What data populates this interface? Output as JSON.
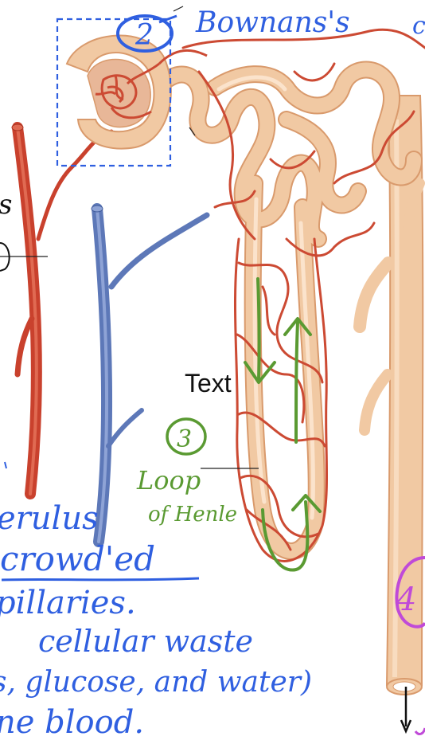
{
  "colors": {
    "artery": "#c9412d",
    "artery_light": "#e06a52",
    "vein": "#5d78b8",
    "vein_light": "#8ea3d6",
    "tubule": "#f1c9a3",
    "tubule_edge": "#d99a6c",
    "capillary": "#cc4a33",
    "annot_blue": "#2f5fe0",
    "annot_green": "#5a9a32",
    "annot_purple": "#c04ad8",
    "label_black": "#111111"
  },
  "labels": {
    "circle_2": "2",
    "bowmans": "Bownans's",
    "bowmans_next": "c",
    "left_s": "s",
    "text_label": "Text",
    "circle_3": "3",
    "loop": "Loop",
    "of_henle": "of Henle",
    "circle_4": "4"
  },
  "notes": {
    "line1": "erulus",
    "line2": "crowd'ed",
    "line3": "pillaries.",
    "line4": "cellular waste",
    "line5": "s, glucose, and water)",
    "line6": "ne   blood."
  }
}
